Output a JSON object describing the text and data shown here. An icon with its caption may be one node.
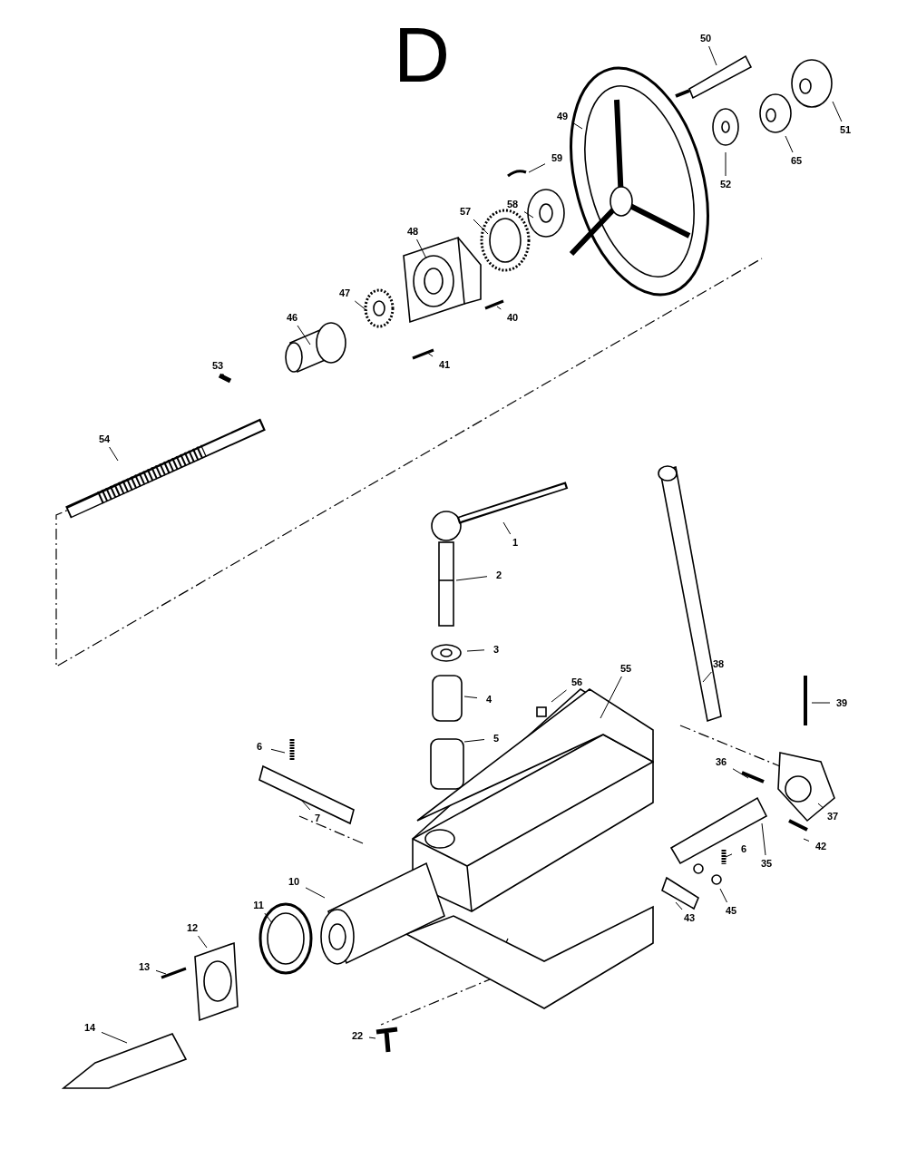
{
  "diagram": {
    "title": "D",
    "nodes": [
      {
        "text": [
          "50"
        ]
      },
      {
        "text": [
          "49"
        ]
      },
      {
        "text": [
          "51"
        ]
      },
      {
        "text": [
          "59"
        ]
      },
      {
        "text": [
          "65"
        ]
      },
      {
        "text": [
          "52"
        ]
      },
      {
        "text": [
          "58"
        ]
      },
      {
        "text": [
          "57"
        ]
      },
      {
        "text": [
          "48"
        ]
      },
      {
        "text": [
          "47"
        ]
      },
      {
        "text": [
          "40"
        ]
      },
      {
        "text": [
          "46"
        ]
      },
      {
        "text": [
          "41"
        ]
      },
      {
        "text": [
          "53"
        ]
      },
      {
        "text": [
          "54"
        ]
      },
      {
        "text": [
          "1"
        ]
      },
      {
        "text": [
          "2"
        ]
      },
      {
        "text": [
          "3"
        ]
      },
      {
        "text": [
          "38"
        ]
      },
      {
        "text": [
          "55"
        ]
      },
      {
        "text": [
          "4"
        ]
      },
      {
        "text": [
          "56"
        ]
      },
      {
        "text": [
          "39"
        ]
      },
      {
        "text": [
          "5"
        ]
      },
      {
        "text": [
          "6"
        ]
      },
      {
        "text": [
          "36"
        ]
      },
      {
        "text": [
          "7"
        ]
      },
      {
        "text": [
          "37"
        ]
      },
      {
        "text": [
          "42"
        ]
      },
      {
        "text": [
          "6"
        ]
      },
      {
        "text": [
          "35"
        ]
      },
      {
        "text": [
          "10"
        ]
      },
      {
        "text": [
          "45"
        ]
      },
      {
        "text": [
          "11"
        ]
      },
      {
        "text": [
          "43"
        ]
      },
      {
        "text": [
          "12"
        ]
      },
      {
        "text": [
          "13"
        ]
      },
      {
        "text": [
          "14"
        ]
      },
      {
        "text": [
          "22"
        ]
      }
    ],
    "edges": [
      {
        "from": 0,
        "to": null,
        "arrow": "none"
      },
      {
        "from": 1,
        "to": null,
        "arrow": "none"
      },
      {
        "from": 2,
        "to": null,
        "arrow": "none"
      },
      {
        "from": 3,
        "to": null,
        "arrow": "none"
      },
      {
        "from": 4,
        "to": null,
        "arrow": "none"
      },
      {
        "from": 5,
        "to": null,
        "arrow": "none"
      },
      {
        "from": 6,
        "to": null,
        "arrow": "none"
      },
      {
        "from": 7,
        "to": null,
        "arrow": "none"
      },
      {
        "from": 8,
        "to": null,
        "arrow": "none"
      },
      {
        "from": 9,
        "to": null,
        "arrow": "none"
      },
      {
        "from": 10,
        "to": null,
        "arrow": "none"
      },
      {
        "from": 11,
        "to": null,
        "arrow": "none"
      },
      {
        "from": 12,
        "to": null,
        "arrow": "none"
      },
      {
        "from": 13,
        "to": null,
        "arrow": "none"
      },
      {
        "from": 14,
        "to": null,
        "arrow": "none"
      },
      {
        "from": 15,
        "to": null,
        "arrow": "none"
      },
      {
        "from": 16,
        "to": null,
        "arrow": "none"
      },
      {
        "from": 17,
        "to": null,
        "arrow": "none"
      },
      {
        "from": 18,
        "to": null,
        "arrow": "none"
      },
      {
        "from": 19,
        "to": null,
        "arrow": "none"
      },
      {
        "from": 20,
        "to": null,
        "arrow": "none"
      },
      {
        "from": 21,
        "to": null,
        "arrow": "none"
      },
      {
        "from": 22,
        "to": null,
        "arrow": "none"
      },
      {
        "from": 23,
        "to": null,
        "arrow": "none"
      },
      {
        "from": 24,
        "to": null,
        "arrow": "none"
      },
      {
        "from": 25,
        "to": null,
        "arrow": "none"
      },
      {
        "from": 26,
        "to": null,
        "arrow": "none"
      },
      {
        "from": 27,
        "to": null,
        "arrow": "none"
      },
      {
        "from": 28,
        "to": null,
        "arrow": "none"
      },
      {
        "from": 29,
        "to": null,
        "arrow": "none"
      },
      {
        "from": 30,
        "to": null,
        "arrow": "none"
      },
      {
        "from": 31,
        "to": null,
        "arrow": "none"
      },
      {
        "from": 32,
        "to": null,
        "arrow": "none"
      },
      {
        "from": 33,
        "to": null,
        "arrow": "none"
      },
      {
        "from": 34,
        "to": null,
        "arrow": "none"
      },
      {
        "from": 35,
        "to": null,
        "arrow": "none"
      },
      {
        "from": 36,
        "to": null,
        "arrow": "none"
      },
      {
        "from": 37,
        "to": null,
        "arrow": "none"
      },
      {
        "from": 38,
        "to": null,
        "arrow": "none"
      }
    ]
  }
}
